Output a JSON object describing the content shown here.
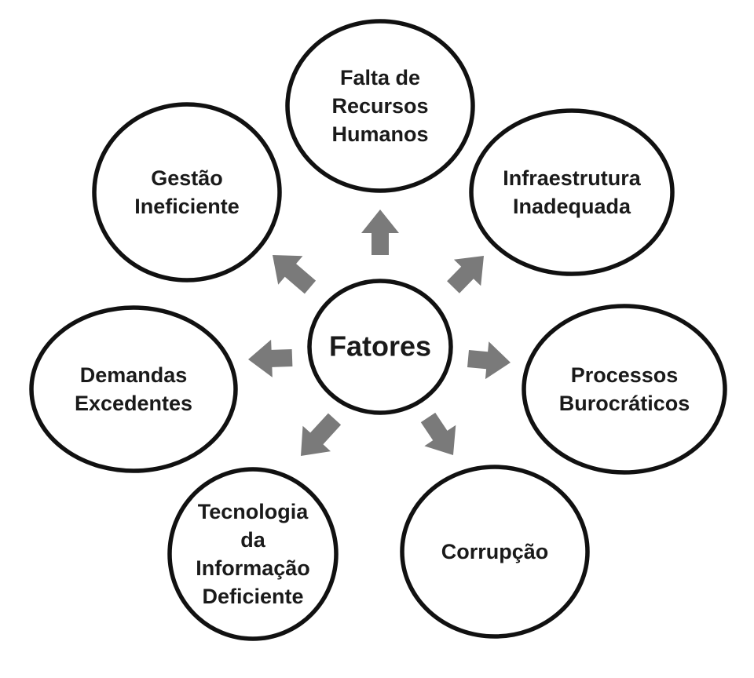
{
  "center": {
    "label": "Fatores"
  },
  "factors": [
    {
      "lines": [
        "Falta de",
        "Recursos",
        "Humanos"
      ]
    },
    {
      "lines": [
        "Infraestrutura",
        "Inadequada"
      ]
    },
    {
      "lines": [
        "Processos",
        "Burocráticos"
      ]
    },
    {
      "lines": [
        "Corrupção"
      ]
    },
    {
      "lines": [
        "Tecnologia",
        "da",
        "Informação",
        "Deficiente"
      ]
    },
    {
      "lines": [
        "Demandas",
        "Excedentes"
      ]
    },
    {
      "lines": [
        "Gestão",
        "Ineficiente"
      ]
    }
  ],
  "colors": {
    "outline": "#111111",
    "arrow": "#7a7a7a",
    "text": "#1a1a1a",
    "background": "#ffffff"
  }
}
